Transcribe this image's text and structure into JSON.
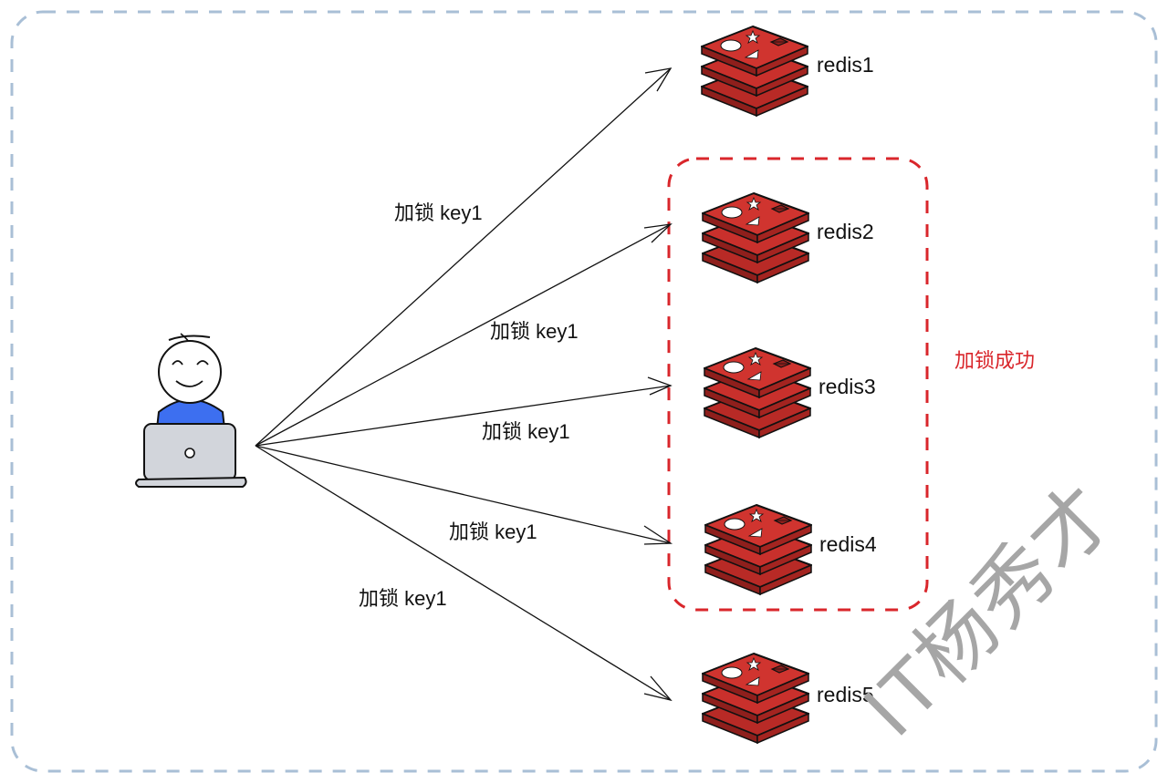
{
  "diagram": {
    "client": {
      "label": "client-user-with-laptop"
    },
    "edges": [
      {
        "from": "client",
        "to": "redis1",
        "label": "加锁 key1"
      },
      {
        "from": "client",
        "to": "redis2",
        "label": "加锁 key1"
      },
      {
        "from": "client",
        "to": "redis3",
        "label": "加锁 key1"
      },
      {
        "from": "client",
        "to": "redis4",
        "label": "加锁 key1"
      },
      {
        "from": "client",
        "to": "redis5",
        "label": "加锁 key1"
      }
    ],
    "nodes": [
      {
        "id": "redis1",
        "label": "redis1"
      },
      {
        "id": "redis2",
        "label": "redis2"
      },
      {
        "id": "redis3",
        "label": "redis3"
      },
      {
        "id": "redis4",
        "label": "redis4"
      },
      {
        "id": "redis5",
        "label": "redis5"
      }
    ],
    "success_group": {
      "members": [
        "redis2",
        "redis3",
        "redis4"
      ],
      "label": "加锁成功"
    },
    "watermark": "IT杨秀才",
    "colors": {
      "outer_border": "#a9bfd6",
      "success_border": "#d9262b",
      "redis_red": "#c9302c",
      "user_shirt": "#3d6ff0",
      "laptop": "#d2d5db"
    }
  }
}
